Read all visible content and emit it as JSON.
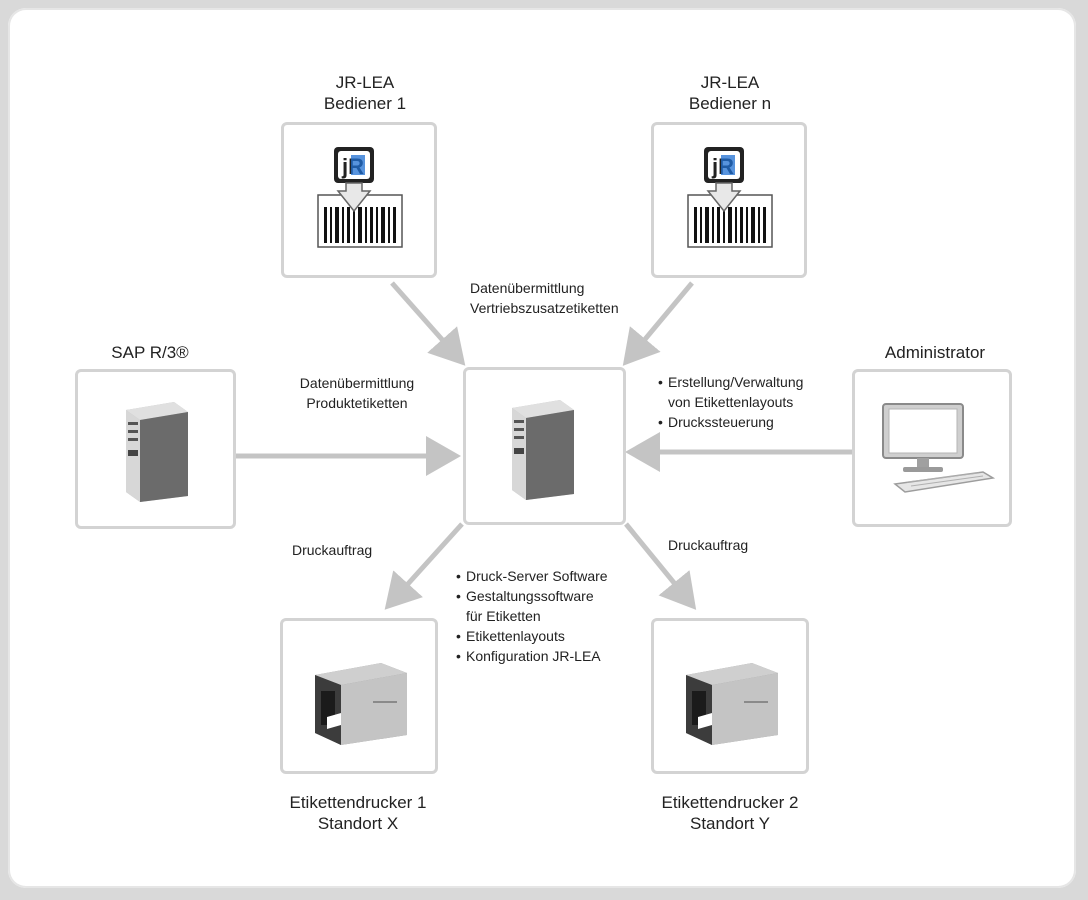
{
  "nodes": {
    "operator1": {
      "line1": "JR-LEA",
      "line2": "Bediener 1"
    },
    "operatorN": {
      "line1": "JR-LEA",
      "line2": "Bediener n"
    },
    "sap": {
      "label": "SAP R/3®"
    },
    "admin": {
      "label": "Administrator"
    },
    "printer1": {
      "line1": "Etikettendrucker 1",
      "line2": "Standort X"
    },
    "printer2": {
      "line1": "Etikettendrucker 2",
      "line2": "Standort Y"
    }
  },
  "notes": {
    "top": [
      "Datenübermittlung",
      "Vertriebszusatzetiketten"
    ],
    "left": [
      "Datenübermittlung",
      "Produktetiketten"
    ],
    "admin_items": [
      "Erstellung/Verwaltung",
      "von Etikettenlayouts",
      "Druckssteuerung"
    ],
    "print_left": "Druckauftrag",
    "print_right": "Druckauftrag",
    "server_items": [
      "Druck-Server Software",
      "Gestaltungssoftware",
      "für Etiketten",
      "Etikettenlayouts",
      "Konfiguration JR-LEA"
    ]
  },
  "logo_text": "jR",
  "colors": {
    "box_border": "#d3d3d3",
    "arrow": "#c4c4c4",
    "logo_blue": "#1f6fd1"
  },
  "icons": {
    "operator": "barcode-label-icon",
    "server": "server-tower-icon",
    "admin": "desktop-computer-icon",
    "printer": "label-printer-icon"
  }
}
